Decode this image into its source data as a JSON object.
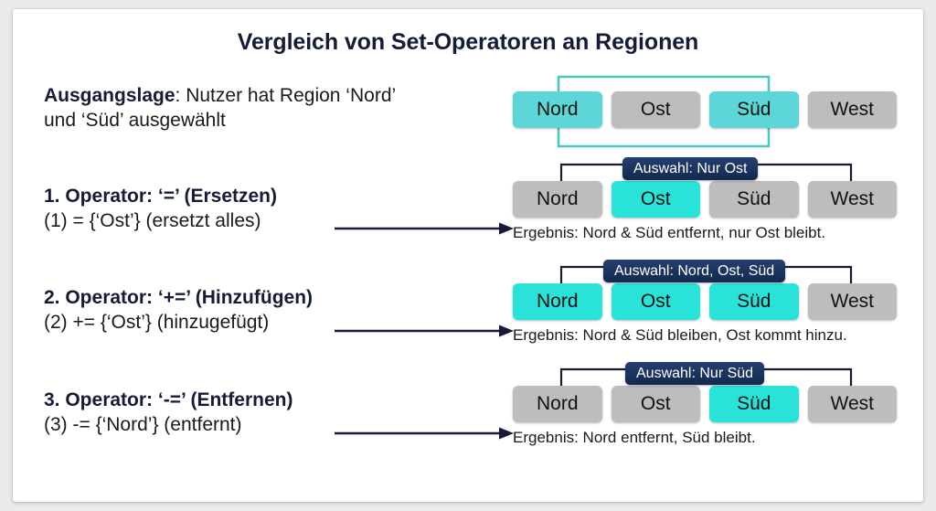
{
  "title": "Vergleich von Set-Operatoren an Regionen",
  "colors": {
    "selected_soft": "#5cd6d6",
    "selected_bright": "#2ae3d8",
    "unselected": "#bdbdbd",
    "navy": "#141c38",
    "badge_bg": "#15305e",
    "canvas": "#ffffff"
  },
  "regions": [
    "Nord",
    "Ost",
    "Süd",
    "West"
  ],
  "intro": {
    "head_bold": "Ausgangslage",
    "head_rest": ": Nutzer hat Region ‘Nord’",
    "line2": "und ‘Süd’ ausgewählt"
  },
  "operators": [
    {
      "head": "1. Operator: ‘=’ (Ersetzen)",
      "sub": "(1) = {‘Ost’} (ersetzt alles)",
      "badge": "Auswahl: Nur Ost",
      "caption": "Ergebnis: Nord & Süd entfernt, nur Ost bleibt.",
      "selected": [
        "Ost"
      ]
    },
    {
      "head": "2. Operator: ‘+=’ (Hinzufügen)",
      "sub": "(2) += {‘Ost’} (hinzugefügt)",
      "badge": "Auswahl: Nord, Ost, Süd",
      "caption": "Ergebnis: Nord & Süd bleiben, Ost kommt hinzu.",
      "selected": [
        "Nord",
        "Ost",
        "Süd"
      ]
    },
    {
      "head": "3. Operator: ‘-=’ (Entfernen)",
      "sub": "(3) -= {‘Nord’} (entfernt)",
      "badge": "Auswahl: Nur Süd",
      "caption": "Ergebnis: Nord entfernt, Süd bleibt.",
      "selected": [
        "Süd"
      ]
    }
  ],
  "initial_row": {
    "selected": [
      "Nord",
      "Süd"
    ]
  },
  "region_labels": {
    "r0c0": "Nord",
    "r0c1": "Ost",
    "r0c2": "Süd",
    "r0c3": "West",
    "r1c0": "Nord",
    "r1c1": "Ost",
    "r1c2": "Süd",
    "r1c3": "West",
    "r2c0": "Nord",
    "r2c1": "Ost",
    "r2c2": "Süd",
    "r2c3": "West",
    "r3c0": "Nord",
    "r3c1": "Ost",
    "r3c2": "Süd",
    "r3c3": "West"
  }
}
